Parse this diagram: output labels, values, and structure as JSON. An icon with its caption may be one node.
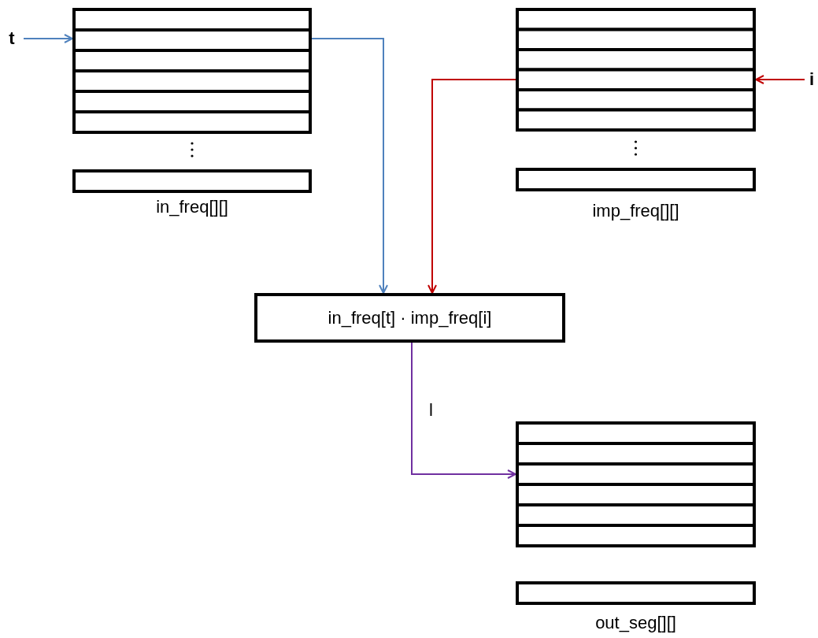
{
  "diagram": {
    "nodes": [
      {
        "text": [
          "t"
        ]
      },
      {
        "text": [
          "in_freq[][]"
        ]
      },
      {
        "text": [
          "imp_freq[][]"
        ]
      },
      {
        "text": [
          "i"
        ]
      },
      {
        "text": [
          "in_freq[t] · imp_freq[i]"
        ]
      },
      {
        "text": [
          "out_seg[][]"
        ]
      }
    ],
    "edges": [
      {
        "from": 0,
        "to": 1,
        "arrow": "to",
        "color": "#4f81bd"
      },
      {
        "from": 1,
        "to": 4,
        "arrow": "to",
        "color": "#4f81bd"
      },
      {
        "from": 3,
        "to": 2,
        "arrow": "to",
        "color": "#c00000"
      },
      {
        "from": 2,
        "to": 4,
        "arrow": "to",
        "color": "#c00000"
      },
      {
        "from": 4,
        "to": 5,
        "arrow": "to",
        "label": "l",
        "color": "#7030a0"
      }
    ]
  }
}
